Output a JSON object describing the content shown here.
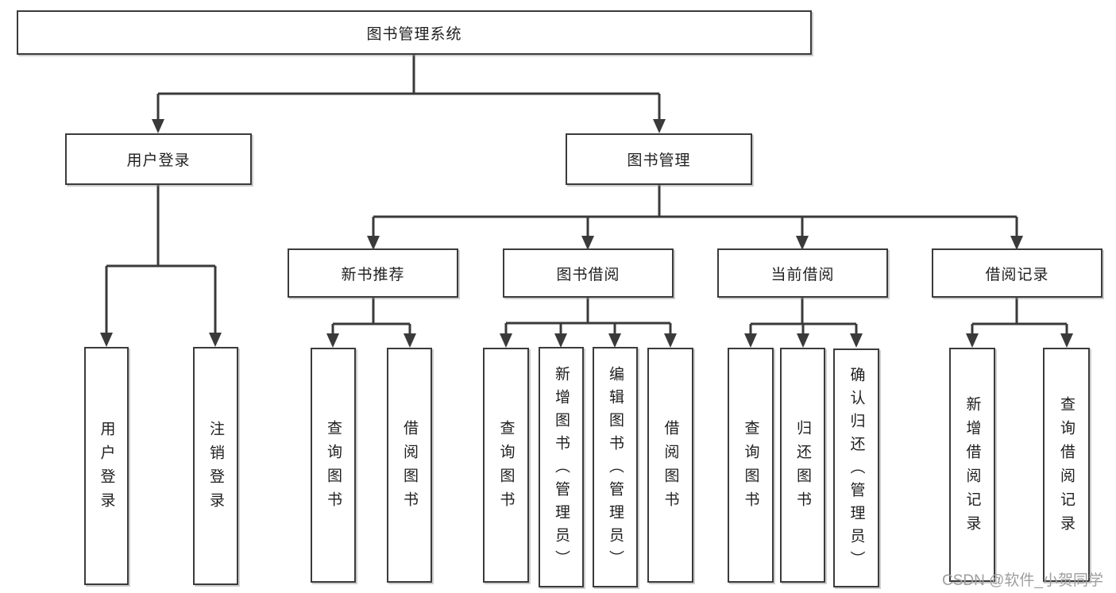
{
  "tree": {
    "root": "图书管理系统",
    "level1": [
      {
        "label": "用户登录",
        "children": [
          "用户登录",
          "注销登录"
        ]
      },
      {
        "label": "图书管理"
      }
    ],
    "level2": [
      {
        "label": "新书推荐",
        "children": [
          "查询图书",
          "借阅图书"
        ]
      },
      {
        "label": "图书借阅",
        "children": [
          "查询图书",
          "新增图书（管理员）",
          "编辑图书（管理员）",
          "借阅图书"
        ]
      },
      {
        "label": "当前借阅",
        "children": [
          "查询图书",
          "归还图书",
          "确认归还（管理员）"
        ]
      },
      {
        "label": "借阅记录",
        "children": [
          "新增借阅记录",
          "查询借阅记录"
        ]
      }
    ]
  },
  "watermark": {
    "text": "CSDN @软件_小贺同学"
  },
  "colors": {
    "background": "#ffffff",
    "line": "#3a3a3a",
    "box_border": "#3b3b3b",
    "text": "#1f1f1f",
    "watermark": "#9e9e9e"
  }
}
